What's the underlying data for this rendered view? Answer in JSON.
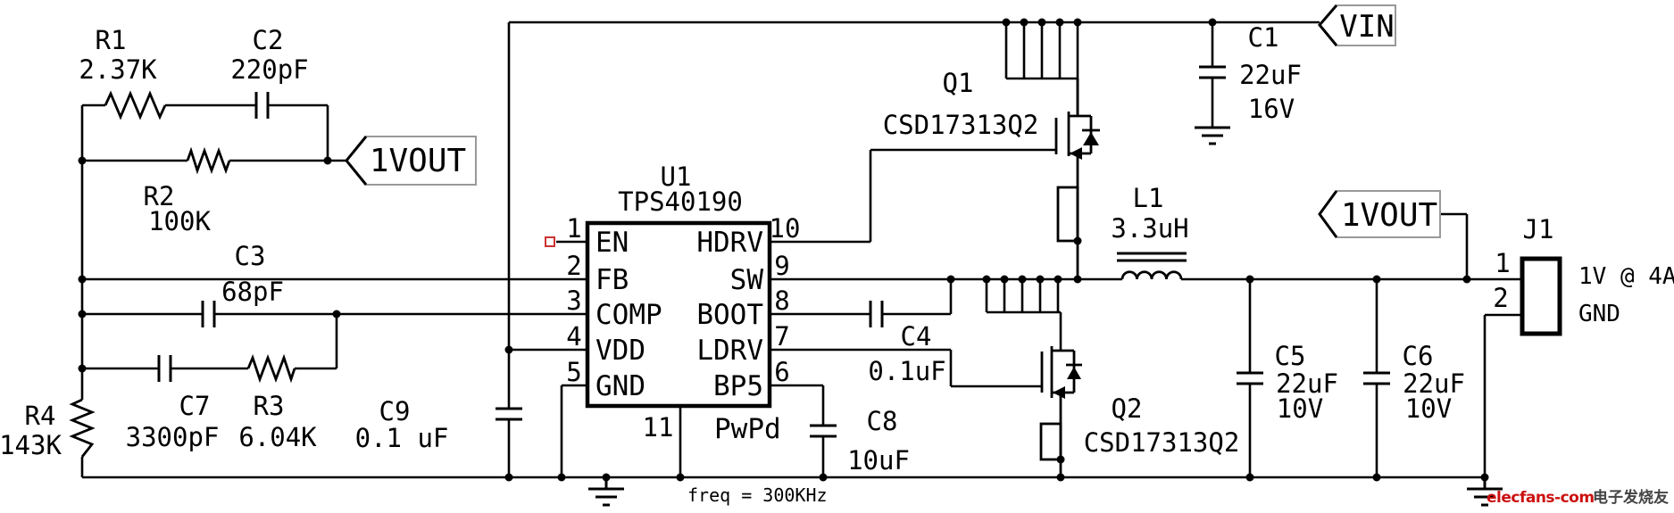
{
  "schematic": {
    "ports": {
      "vin": "VIN",
      "vout_left": "1VOUT",
      "vout_right": "1VOUT"
    },
    "note_freq": "freq = 300KHz",
    "components": {
      "r1": {
        "ref": "R1",
        "value": "2.37K"
      },
      "r2": {
        "ref": "R2",
        "value": "100K"
      },
      "r3": {
        "ref": "R3",
        "value": "6.04K"
      },
      "r4": {
        "ref": "R4",
        "value": "143K"
      },
      "c1": {
        "ref": "C1",
        "value": "22uF",
        "rating": "16V"
      },
      "c2": {
        "ref": "C2",
        "value": "220pF"
      },
      "c3": {
        "ref": "C3",
        "value": "68pF"
      },
      "c4": {
        "ref": "C4",
        "value": "0.1uF"
      },
      "c5": {
        "ref": "C5",
        "value": "22uF",
        "rating": "10V"
      },
      "c6": {
        "ref": "C6",
        "value": "22uF",
        "rating": "10V"
      },
      "c7": {
        "ref": "C7",
        "value": "3300pF"
      },
      "c8": {
        "ref": "C8",
        "value": "10uF"
      },
      "c9": {
        "ref": "C9",
        "value": "0.1 uF"
      },
      "l1": {
        "ref": "L1",
        "value": "3.3uH"
      },
      "q1": {
        "ref": "Q1",
        "part": "CSD17313Q2"
      },
      "q2": {
        "ref": "Q2",
        "part": "CSD17313Q2"
      }
    },
    "ic": {
      "ref": "U1",
      "part": "TPS40190",
      "pins_left": [
        {
          "num": "1",
          "name": "EN"
        },
        {
          "num": "2",
          "name": "FB"
        },
        {
          "num": "3",
          "name": "COMP"
        },
        {
          "num": "4",
          "name": "VDD"
        },
        {
          "num": "5",
          "name": "GND"
        }
      ],
      "pins_right": [
        {
          "num": "10",
          "name": "HDRV"
        },
        {
          "num": "9",
          "name": "SW"
        },
        {
          "num": "8",
          "name": "BOOT"
        },
        {
          "num": "7",
          "name": "LDRV"
        },
        {
          "num": "6",
          "name": "BP5"
        }
      ],
      "pin_bottom": {
        "num": "11",
        "name": "PwPd"
      }
    },
    "connector": {
      "ref": "J1",
      "pin1": "1",
      "pin2": "2",
      "label_line1": "1V @ 4A",
      "label_line2": "GND"
    },
    "watermark": {
      "brand": "elecfans-com",
      "cjk": "电子发烧友",
      "brand_color": "#cc1111"
    }
  }
}
